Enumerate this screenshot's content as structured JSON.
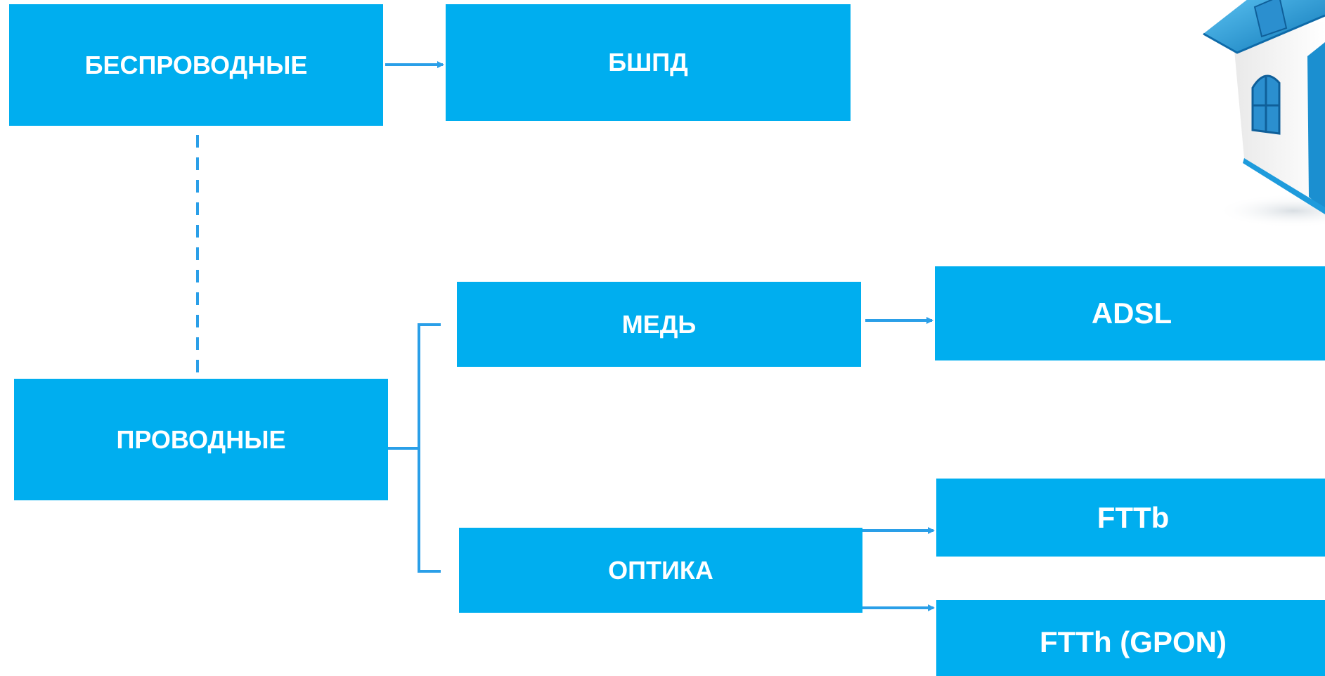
{
  "nodes": {
    "wireless": "БЕСПРОВОДНЫЕ",
    "bshpd": "БШПД",
    "wired": "ПРОВОДНЫЕ",
    "copper": "МЕДЬ",
    "optics": "ОПТИКА",
    "adsl": "ADSL",
    "fttb": "FTTb",
    "ftth": "FTTh (GPON)"
  },
  "colors": {
    "box_fill": "#00aeef",
    "box_text": "#ffffff",
    "connector": "#2a9fe8",
    "house_roof": "#1e9bdc",
    "house_wall": "#f4f4f4"
  },
  "icons": {
    "house": "house-icon"
  }
}
